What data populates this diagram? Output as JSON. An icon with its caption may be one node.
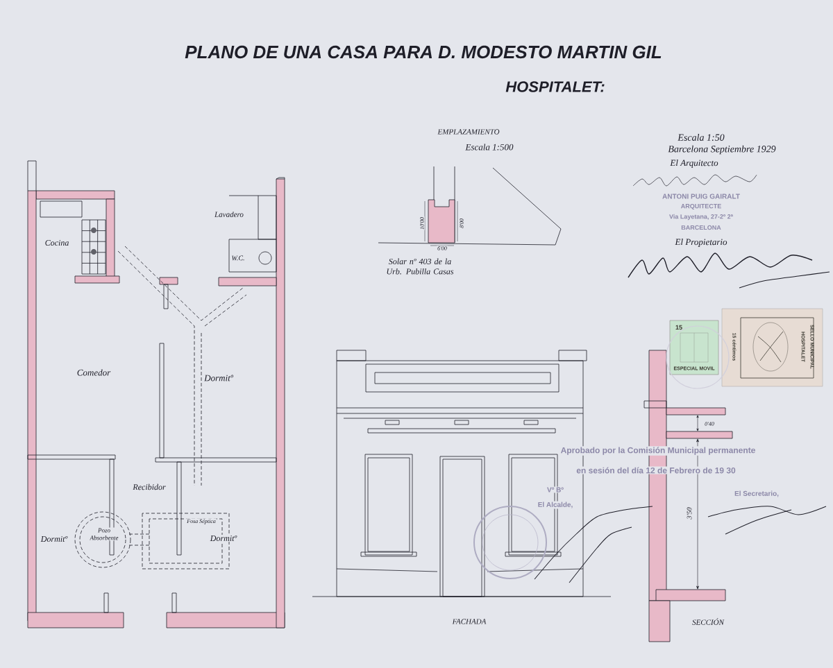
{
  "diagram": {
    "title": "PLANO DE UNA CASA PARA D. MODESTO MARTIN GIL",
    "labels": [
      "HOSPITALET:",
      "EMPLAZAMIENTO",
      "Escala 1:500",
      "10'00",
      "8'00",
      "6'00",
      "Solar nº 403 de la Urb. Pubilla Casas",
      "Escala 1:50",
      "Barcelona Septiembre 1929",
      "El Arquitecto",
      "ANTONI PUIG GAIRALT",
      "ARQUITECTE",
      "Via Layetana, 27-2º 2ª",
      "BARCELONA",
      "El Propietario",
      "Lavadero",
      "Cocina",
      "W.C.",
      "Comedor",
      "Dormitº",
      "Recibidor",
      "Dormitº",
      "Pozo Absorbente",
      "Fosa Séptica",
      "Dormitº",
      "FACHADA",
      "SECCIÓN",
      "0'40",
      "3'50",
      "15",
      "ESPECIAL MOVIL",
      "SELLO MUNICIPAL",
      "HOSPITALET",
      "15 céntimos",
      "Aprobado por la Comisión Municipal permanente",
      "en sesión del día 12 de Febrero de 19 30",
      "Vº Bº",
      "El Alcalde,",
      "El Secretario,"
    ]
  }
}
